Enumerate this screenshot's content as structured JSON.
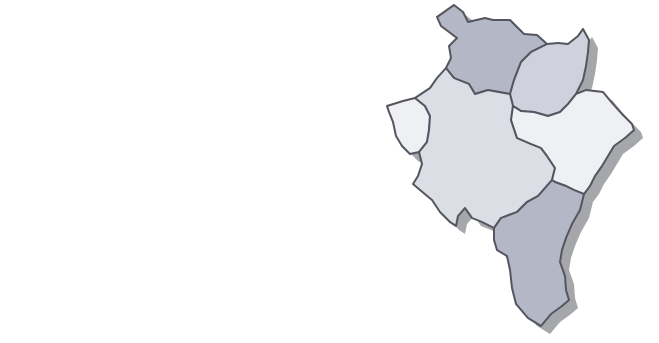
{
  "map": {
    "regions": [
      {
        "id": "north",
        "fill": "#b3b7c6"
      },
      {
        "id": "northeast",
        "fill": "#cfd1dc"
      },
      {
        "id": "west",
        "fill": "#eff0f3"
      },
      {
        "id": "central",
        "fill": "#dcdee6"
      },
      {
        "id": "east",
        "fill": "#eff0f3"
      },
      {
        "id": "south",
        "fill": "#b3b7c6"
      }
    ],
    "colors": {
      "border": "#555560",
      "shadow": "#a6a7ab"
    }
  }
}
